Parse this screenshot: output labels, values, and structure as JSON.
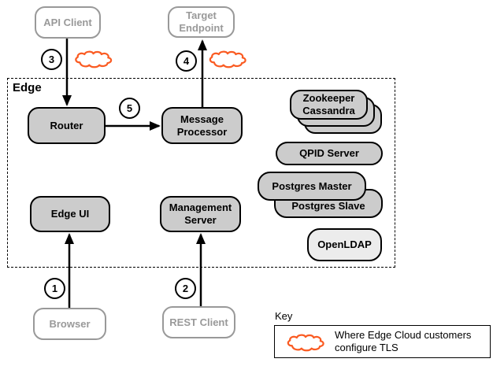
{
  "zone": {
    "label": "Edge"
  },
  "nodes": {
    "api_client": "API Client",
    "target_endpoint": "Target Endpoint",
    "router": "Router",
    "message_processor": "Message Processor",
    "edge_ui": "Edge UI",
    "management_server": "Management Server",
    "zookeeper": "Zookeeper",
    "cassandra": "Cassandra",
    "qpid": "QPID Server",
    "postgres_master": "Postgres Master",
    "postgres_slave": "Postgres Slave",
    "openldap": "OpenLDAP",
    "browser": "Browser",
    "rest_client": "REST Client"
  },
  "badges": {
    "b1": "1",
    "b2": "2",
    "b3": "3",
    "b4": "4",
    "b5": "5"
  },
  "key": {
    "title": "Key",
    "line1": "Where Edge Cloud customers",
    "line2": "configure TLS"
  },
  "colors": {
    "accent_orange": "#FA5B22",
    "node_fill": "#CCCCCC",
    "node_fill_light": "#ECECEC",
    "muted_gray": "#999999",
    "line_black": "#000000"
  }
}
